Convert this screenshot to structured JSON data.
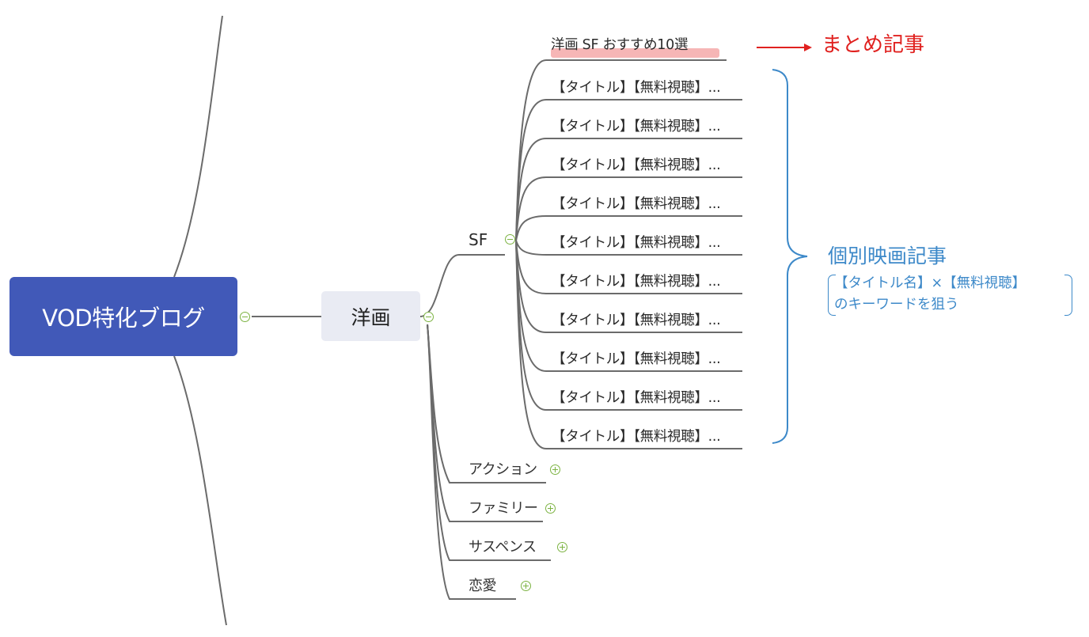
{
  "root": {
    "label": "VOD特化ブログ"
  },
  "main": {
    "label": "洋画"
  },
  "sf": {
    "label": "SF",
    "summary": "洋画 SF おすすめ10選",
    "items": [
      "【タイトル】【無料視聴】...",
      "【タイトル】【無料視聴】...",
      "【タイトル】【無料視聴】...",
      "【タイトル】【無料視聴】...",
      "【タイトル】【無料視聴】...",
      "【タイトル】【無料視聴】...",
      "【タイトル】【無料視聴】...",
      "【タイトル】【無料視聴】...",
      "【タイトル】【無料視聴】...",
      "【タイトル】【無料視聴】..."
    ]
  },
  "categories": [
    {
      "label": "アクション"
    },
    {
      "label": "ファミリー"
    },
    {
      "label": "サスペンス"
    },
    {
      "label": "恋愛"
    }
  ],
  "annotations": {
    "summary": "まとめ記事",
    "individual": "個別映画記事",
    "note_line1": "【タイトル名】×【無料視聴】",
    "note_line2": "のキーワードを狙う"
  },
  "colors": {
    "root_fill": "#4159b8",
    "main_fill": "#e9ebf3",
    "connector": "#6b6b6b",
    "toggle": "#7cb342",
    "callout_red": "#e0211f",
    "callout_blue": "#3d89c9",
    "highlight": "#f6b6b6"
  }
}
